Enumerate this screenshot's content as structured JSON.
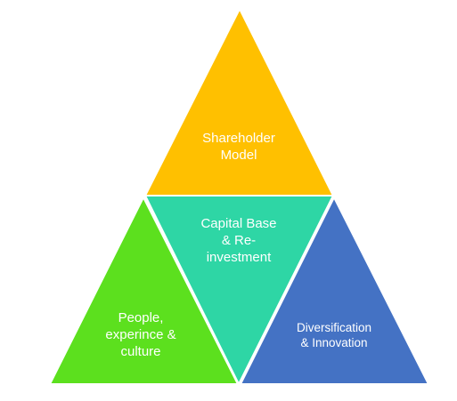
{
  "diagram": {
    "segments": [
      {
        "id": "top",
        "label": "Shareholder\nModel",
        "color": "#FFC000"
      },
      {
        "id": "center",
        "label": "Capital Base\n& Re-\ninvestment",
        "color": "#2ED6A5"
      },
      {
        "id": "left",
        "label": "People,\nexperince &\nculture",
        "color": "#5CE01E"
      },
      {
        "id": "right",
        "label": "Diversification\n& Innovation",
        "color": "#4472C4"
      }
    ]
  }
}
